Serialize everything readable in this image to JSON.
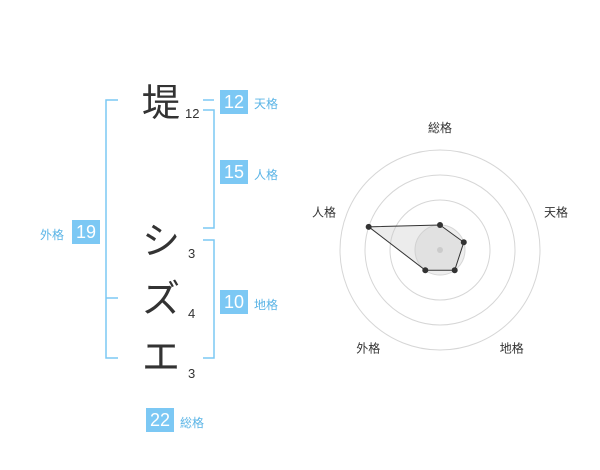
{
  "name": {
    "chars": [
      {
        "char": "堤",
        "strokes": "12"
      },
      {
        "char": "シ",
        "strokes": "3"
      },
      {
        "char": "ズ",
        "strokes": "4"
      },
      {
        "char": "エ",
        "strokes": "3"
      }
    ]
  },
  "kaku": {
    "tenkaku": {
      "value": "12",
      "label": "天格"
    },
    "jinkaku": {
      "value": "15",
      "label": "人格"
    },
    "chikaku": {
      "value": "10",
      "label": "地格"
    },
    "gaikaku": {
      "value": "19",
      "label": "外格"
    },
    "soukaku": {
      "value": "22",
      "label": "総格"
    }
  },
  "colors": {
    "accent": "#7cc8f4",
    "bracket": "#7cc8f4",
    "text": "#333333",
    "label": "#5ab4e6"
  },
  "chart_data": {
    "type": "radar",
    "axes": [
      "総格",
      "天格",
      "地格",
      "外格",
      "人格"
    ],
    "values": [
      1,
      1,
      1,
      1,
      3
    ],
    "rlim": [
      0,
      4
    ],
    "rings": 4
  }
}
